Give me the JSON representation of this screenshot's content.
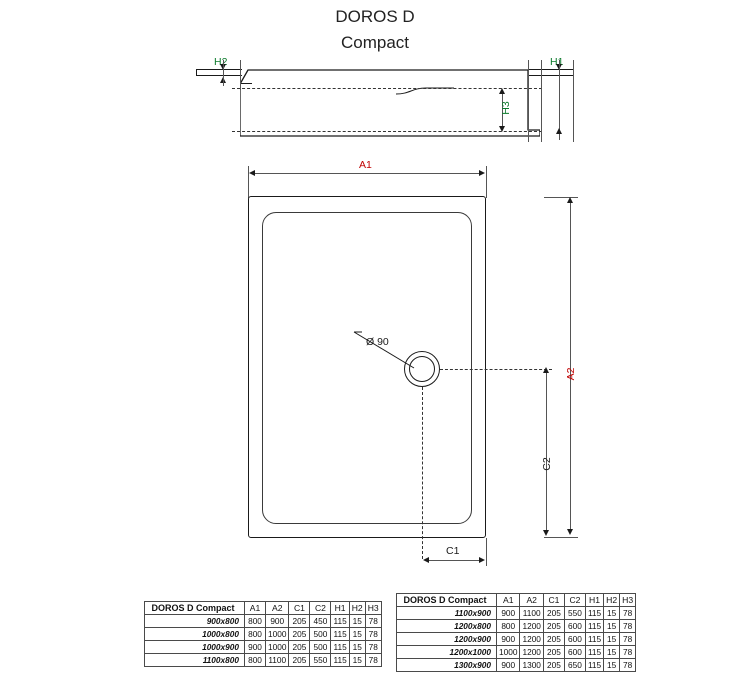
{
  "title": {
    "line1": "DOROS D",
    "line2": "Compact"
  },
  "dimensions": {
    "h1": "H1",
    "h2": "H2",
    "h3": "H3",
    "a1": "A1",
    "a2": "A2",
    "c1": "C1",
    "c2": "C2",
    "drain": "Ø 90"
  },
  "tables": {
    "left": {
      "headers": [
        "DOROS D Compact",
        "A1",
        "A2",
        "C1",
        "C2",
        "H1",
        "H2",
        "H3"
      ],
      "rows": [
        [
          "900x800",
          "800",
          "900",
          "205",
          "450",
          "115",
          "15",
          "78"
        ],
        [
          "1000x800",
          "800",
          "1000",
          "205",
          "500",
          "115",
          "15",
          "78"
        ],
        [
          "1000x900",
          "900",
          "1000",
          "205",
          "500",
          "115",
          "15",
          "78"
        ],
        [
          "1100x800",
          "800",
          "1100",
          "205",
          "550",
          "115",
          "15",
          "78"
        ]
      ]
    },
    "right": {
      "headers": [
        "DOROS D Compact",
        "A1",
        "A2",
        "C1",
        "C2",
        "H1",
        "H2",
        "H3"
      ],
      "rows": [
        [
          "1100x900",
          "900",
          "1100",
          "205",
          "550",
          "115",
          "15",
          "78"
        ],
        [
          "1200x800",
          "800",
          "1200",
          "205",
          "600",
          "115",
          "15",
          "78"
        ],
        [
          "1200x900",
          "900",
          "1200",
          "205",
          "600",
          "115",
          "15",
          "78"
        ],
        [
          "1200x1000",
          "1000",
          "1200",
          "205",
          "600",
          "115",
          "15",
          "78"
        ],
        [
          "1300x900",
          "900",
          "1300",
          "205",
          "650",
          "115",
          "15",
          "78"
        ]
      ]
    }
  }
}
